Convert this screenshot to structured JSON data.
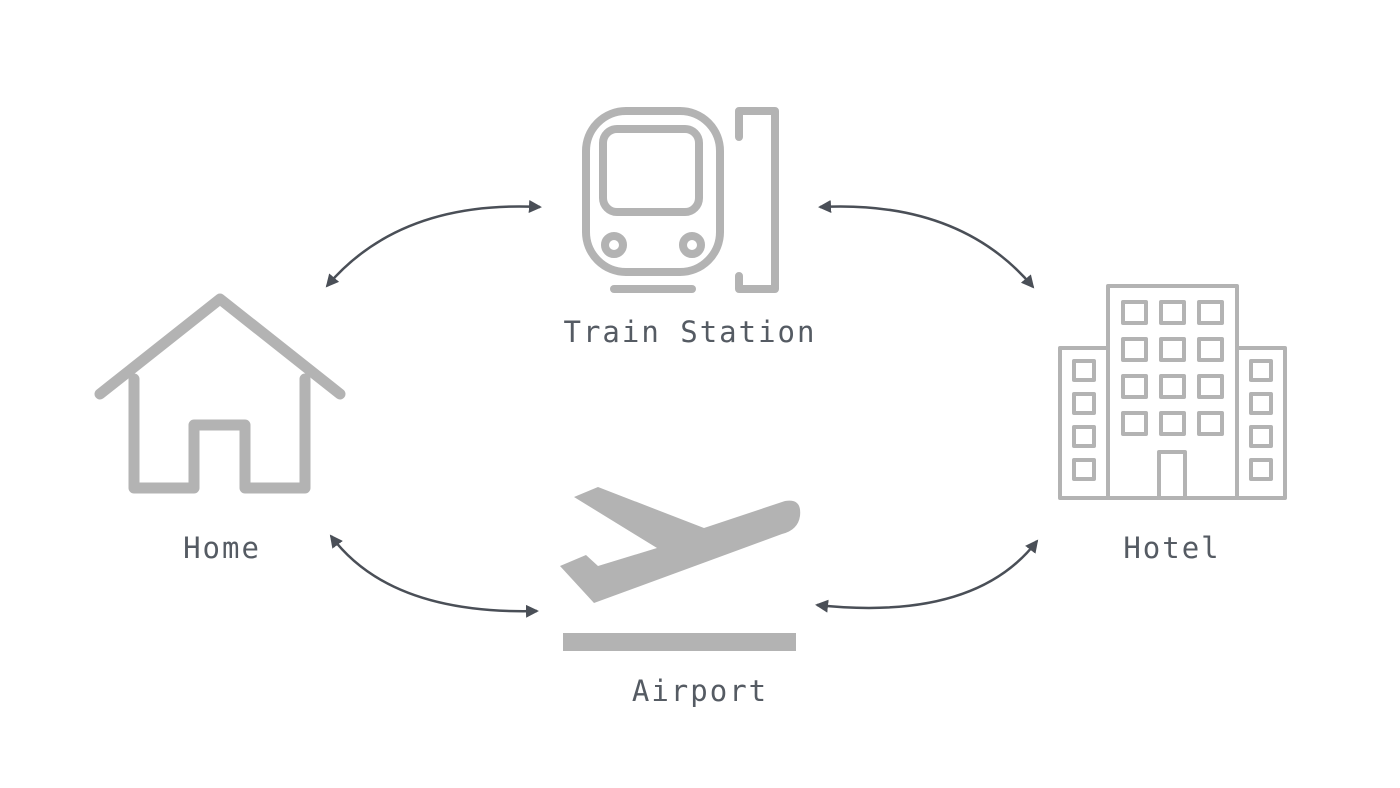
{
  "diagram": {
    "nodes": {
      "train_station": {
        "label": "Train Station",
        "icon": "train-icon"
      },
      "home": {
        "label": "Home",
        "icon": "house-icon"
      },
      "hotel": {
        "label": "Hotel",
        "icon": "hotel-building-icon"
      },
      "airport": {
        "label": "Airport",
        "icon": "airplane-takeoff-icon"
      }
    },
    "connections": [
      {
        "from": "home",
        "to": "train_station",
        "direction": "both"
      },
      {
        "from": "train_station",
        "to": "hotel",
        "direction": "both"
      },
      {
        "from": "home",
        "to": "airport",
        "direction": "both"
      },
      {
        "from": "airport",
        "to": "hotel",
        "direction": "both"
      }
    ],
    "colors": {
      "icon": "#b3b3b3",
      "arrow": "#4a4f57",
      "label": "#555b63",
      "background": "#ffffff"
    }
  }
}
